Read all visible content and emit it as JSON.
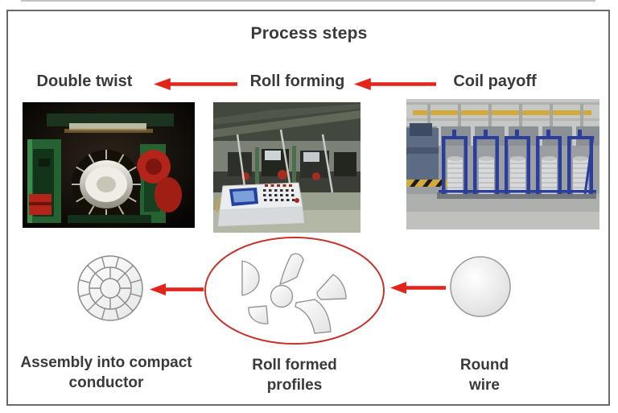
{
  "title": "Process steps",
  "top_row": {
    "labels": [
      "Double twist",
      "Roll forming",
      "Coil payoff"
    ]
  },
  "bottom_row": {
    "labels": [
      "Assembly into compact\nconductor",
      "Roll formed\nprofiles",
      "Round\nwire"
    ]
  },
  "colors": {
    "arrow_red": "#e2251b",
    "profiles_ellipse_red": "#c5342c",
    "label_text": "#3a3a3a",
    "frame_border": "#686a6c"
  },
  "icons": {
    "flow_arrow": "left-arrow"
  }
}
